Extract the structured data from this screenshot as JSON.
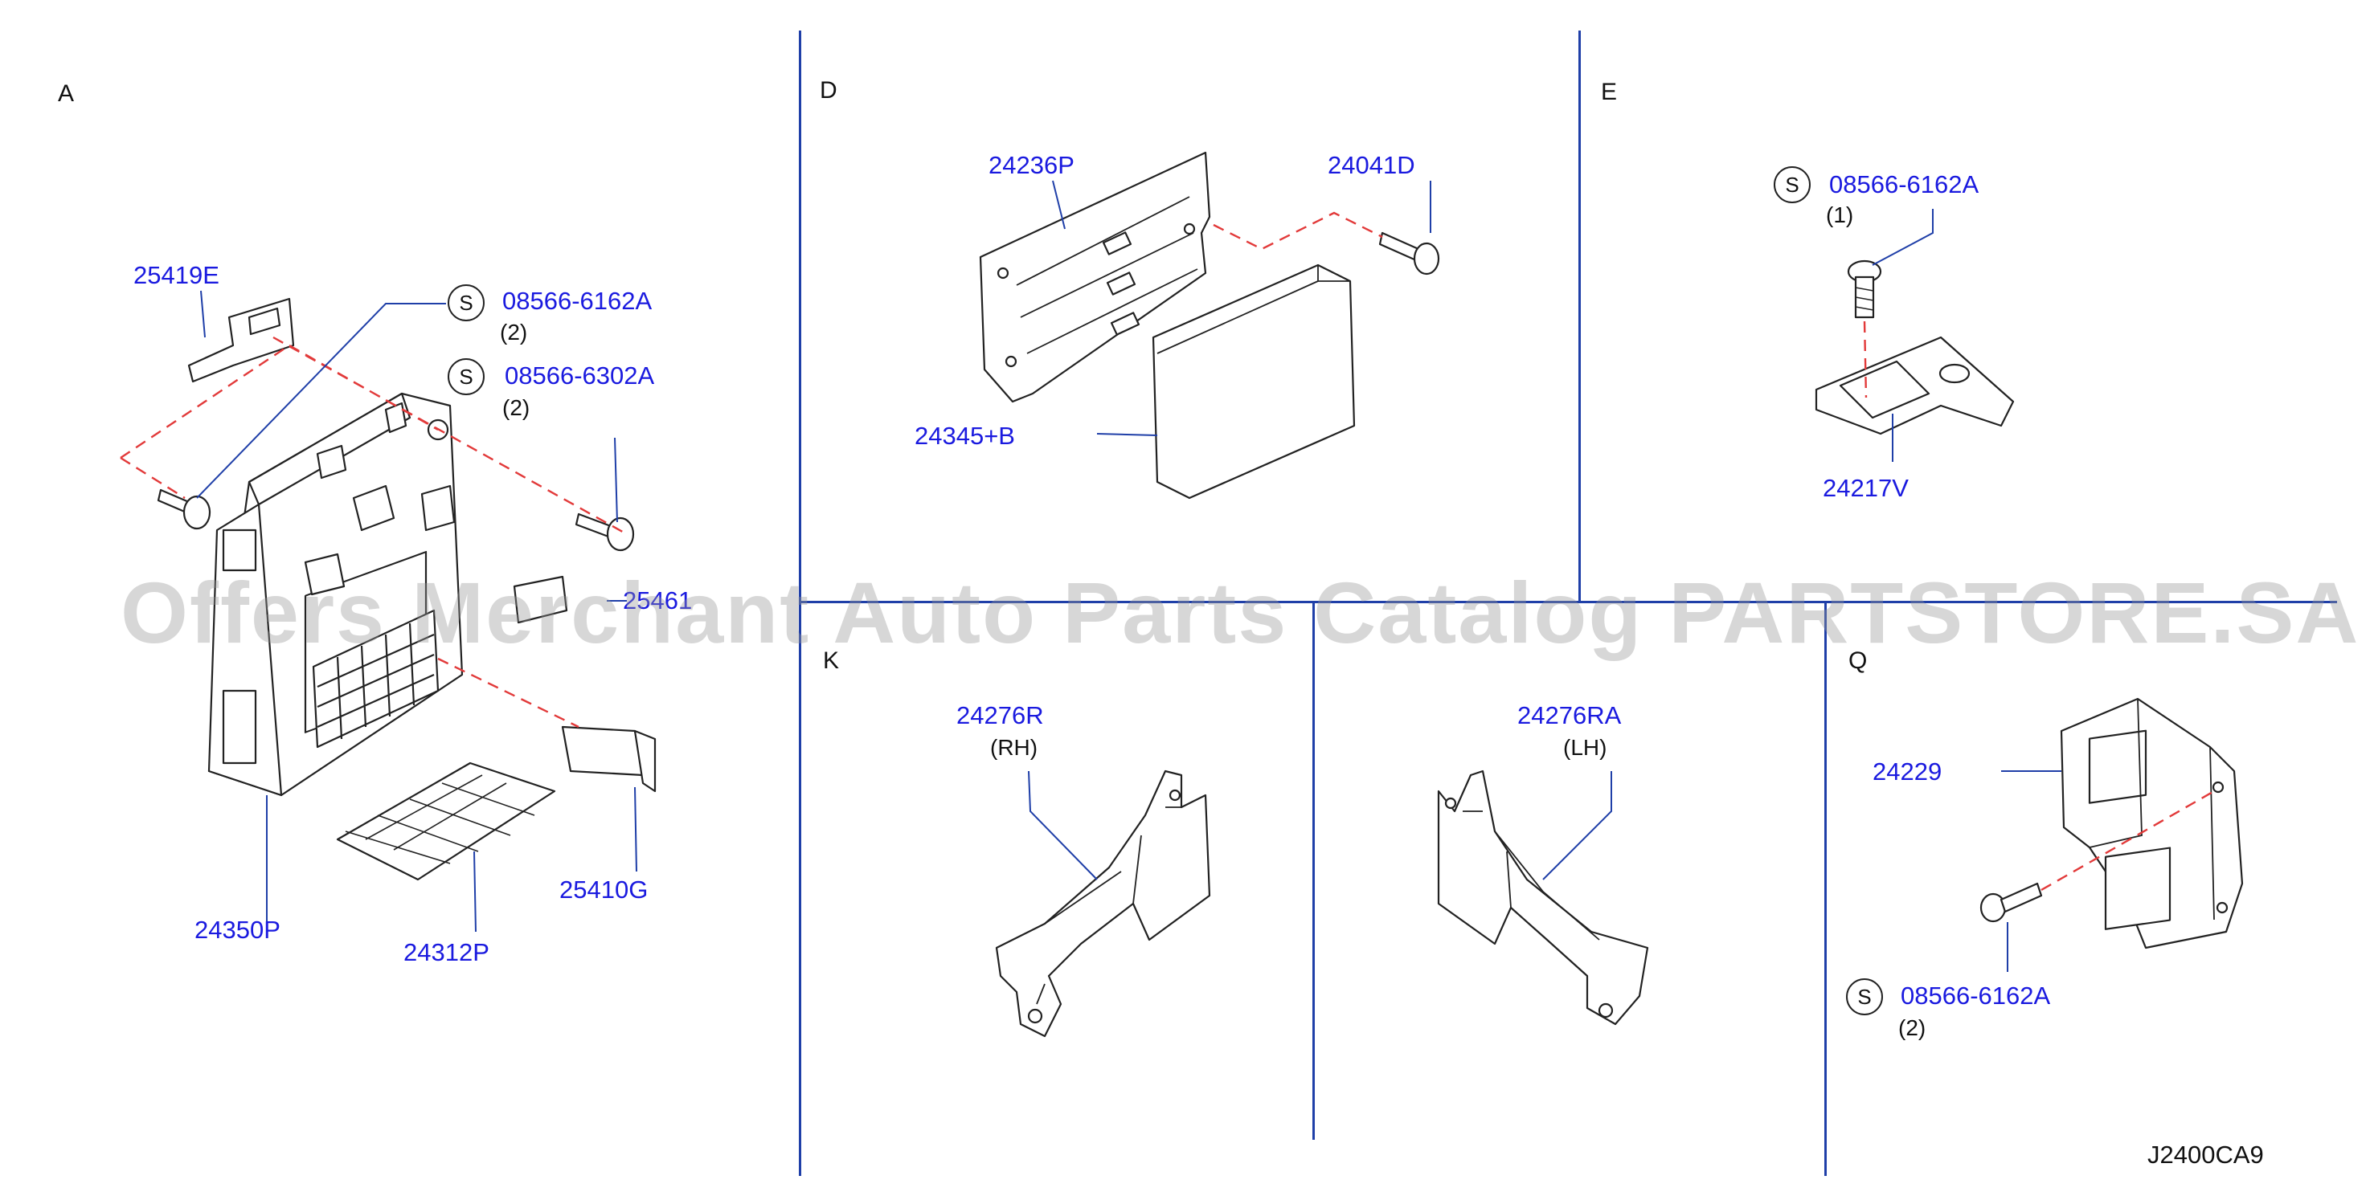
{
  "sections": {
    "a": "A",
    "d": "D",
    "e": "E",
    "k": "K",
    "q": "Q"
  },
  "parts": {
    "a_25419e": "25419E",
    "a_bolt1": "08566-6162A",
    "a_bolt1_qty": "(2)",
    "a_bolt2": "08566-6302A",
    "a_bolt2_qty": "(2)",
    "a_25461": "25461",
    "a_24350p": "24350P",
    "a_24312p": "24312P",
    "a_25410g": "25410G",
    "d_24236p": "24236P",
    "d_24041d": "24041D",
    "d_24345b": "24345+B",
    "e_bolt": "08566-6162A",
    "e_bolt_qty": "(1)",
    "e_24217v": "24217V",
    "k_24276r": "24276R",
    "k_rh": "(RH)",
    "k_24276ra": "24276RA",
    "k_lh": "(LH)",
    "q_24229": "24229",
    "q_bolt": "08566-6162A",
    "q_bolt_qty": "(2)"
  },
  "s_symbol": "S",
  "watermark": "Offers Merchant Auto Parts Catalog PARTSTORE.SA",
  "diagram_code": "J2400CA9",
  "colors": {
    "part_number": "#1a1adf",
    "divider": "#1f3fa8",
    "hidden_line": "#e23a3a"
  }
}
